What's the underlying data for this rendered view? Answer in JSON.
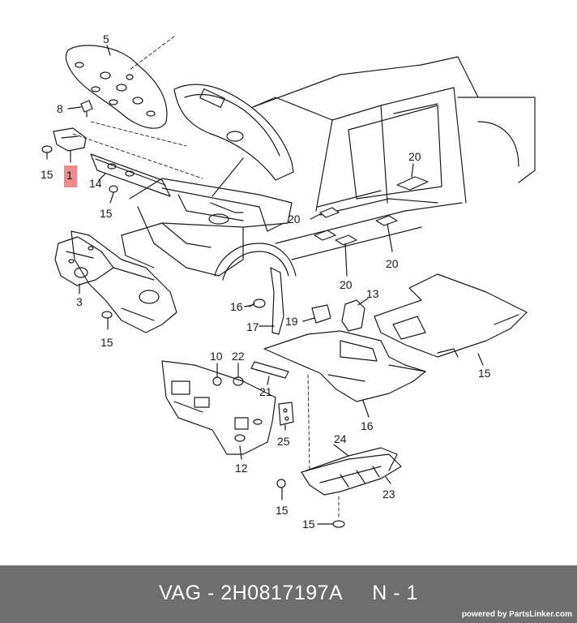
{
  "diagram": {
    "callouts": [
      {
        "id": "c5",
        "text": "5"
      },
      {
        "id": "c8",
        "text": "8"
      },
      {
        "id": "c15a",
        "text": "15"
      },
      {
        "id": "c1",
        "text": "1"
      },
      {
        "id": "c14",
        "text": "14"
      },
      {
        "id": "c15b",
        "text": "15"
      },
      {
        "id": "c20a",
        "text": "20"
      },
      {
        "id": "c20b",
        "text": "20"
      },
      {
        "id": "c20c",
        "text": "20"
      },
      {
        "id": "c20d",
        "text": "20"
      },
      {
        "id": "c3",
        "text": "3"
      },
      {
        "id": "c15c",
        "text": "15"
      },
      {
        "id": "c16a",
        "text": "16"
      },
      {
        "id": "c17",
        "text": "17"
      },
      {
        "id": "c19",
        "text": "19"
      },
      {
        "id": "c13",
        "text": "13"
      },
      {
        "id": "c15d",
        "text": "15"
      },
      {
        "id": "c16b",
        "text": "16"
      },
      {
        "id": "c10",
        "text": "10"
      },
      {
        "id": "c22",
        "text": "22"
      },
      {
        "id": "c21",
        "text": "21"
      },
      {
        "id": "c25",
        "text": "25"
      },
      {
        "id": "c12",
        "text": "12"
      },
      {
        "id": "c24",
        "text": "24"
      },
      {
        "id": "c23",
        "text": "23"
      },
      {
        "id": "c15e",
        "text": "15"
      },
      {
        "id": "c15f",
        "text": "15"
      }
    ],
    "highlight_color": "#f08a8a"
  },
  "footer": {
    "part_code": "VAG - 2H0817197A",
    "position": "N - 1",
    "powered_by": "powered by PartsLinker.com",
    "background": "#6e6e6e"
  }
}
